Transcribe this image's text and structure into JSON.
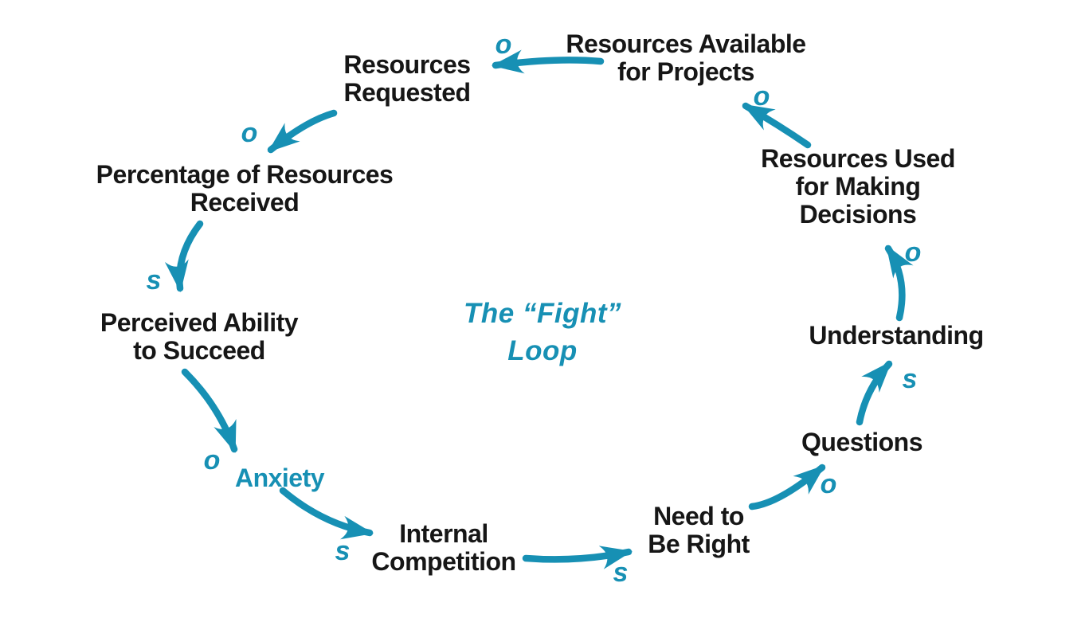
{
  "title": {
    "lines": [
      "The “Fight”",
      "Loop"
    ]
  },
  "colors": {
    "accent_teal": "#1790b4",
    "text": "#161616",
    "background": "#ffffff"
  },
  "nodes": [
    {
      "id": "resources-available-for-projects",
      "lines": [
        "Resources Available",
        "for Projects"
      ]
    },
    {
      "id": "resources-requested",
      "lines": [
        "Resources",
        "Requested"
      ]
    },
    {
      "id": "percentage-of-resources-received",
      "lines": [
        "Percentage of Resources",
        "Received"
      ]
    },
    {
      "id": "perceived-ability-to-succeed",
      "lines": [
        "Perceived Ability",
        "to Succeed"
      ]
    },
    {
      "id": "anxiety",
      "lines": [
        "Anxiety"
      ]
    },
    {
      "id": "internal-competition",
      "lines": [
        "Internal",
        "Competition"
      ]
    },
    {
      "id": "need-to-be-right",
      "lines": [
        "Need to",
        "Be Right"
      ]
    },
    {
      "id": "questions",
      "lines": [
        "Questions"
      ]
    },
    {
      "id": "understanding",
      "lines": [
        "Understanding"
      ]
    },
    {
      "id": "resources-used-for-making-decisions",
      "lines": [
        "Resources Used",
        "for Making",
        "Decisions"
      ]
    }
  ],
  "links": [
    {
      "from": "resources-available-for-projects",
      "to": "resources-requested",
      "polarity": "o"
    },
    {
      "from": "resources-requested",
      "to": "percentage-of-resources-received",
      "polarity": "o"
    },
    {
      "from": "percentage-of-resources-received",
      "to": "perceived-ability-to-succeed",
      "polarity": "s"
    },
    {
      "from": "perceived-ability-to-succeed",
      "to": "anxiety",
      "polarity": "o"
    },
    {
      "from": "anxiety",
      "to": "internal-competition",
      "polarity": "s"
    },
    {
      "from": "internal-competition",
      "to": "need-to-be-right",
      "polarity": "s"
    },
    {
      "from": "need-to-be-right",
      "to": "questions",
      "polarity": "o"
    },
    {
      "from": "questions",
      "to": "understanding",
      "polarity": "s"
    },
    {
      "from": "understanding",
      "to": "resources-used-for-making-decisions",
      "polarity": "o"
    },
    {
      "from": "resources-used-for-making-decisions",
      "to": "resources-available-for-projects",
      "polarity": "o"
    }
  ]
}
